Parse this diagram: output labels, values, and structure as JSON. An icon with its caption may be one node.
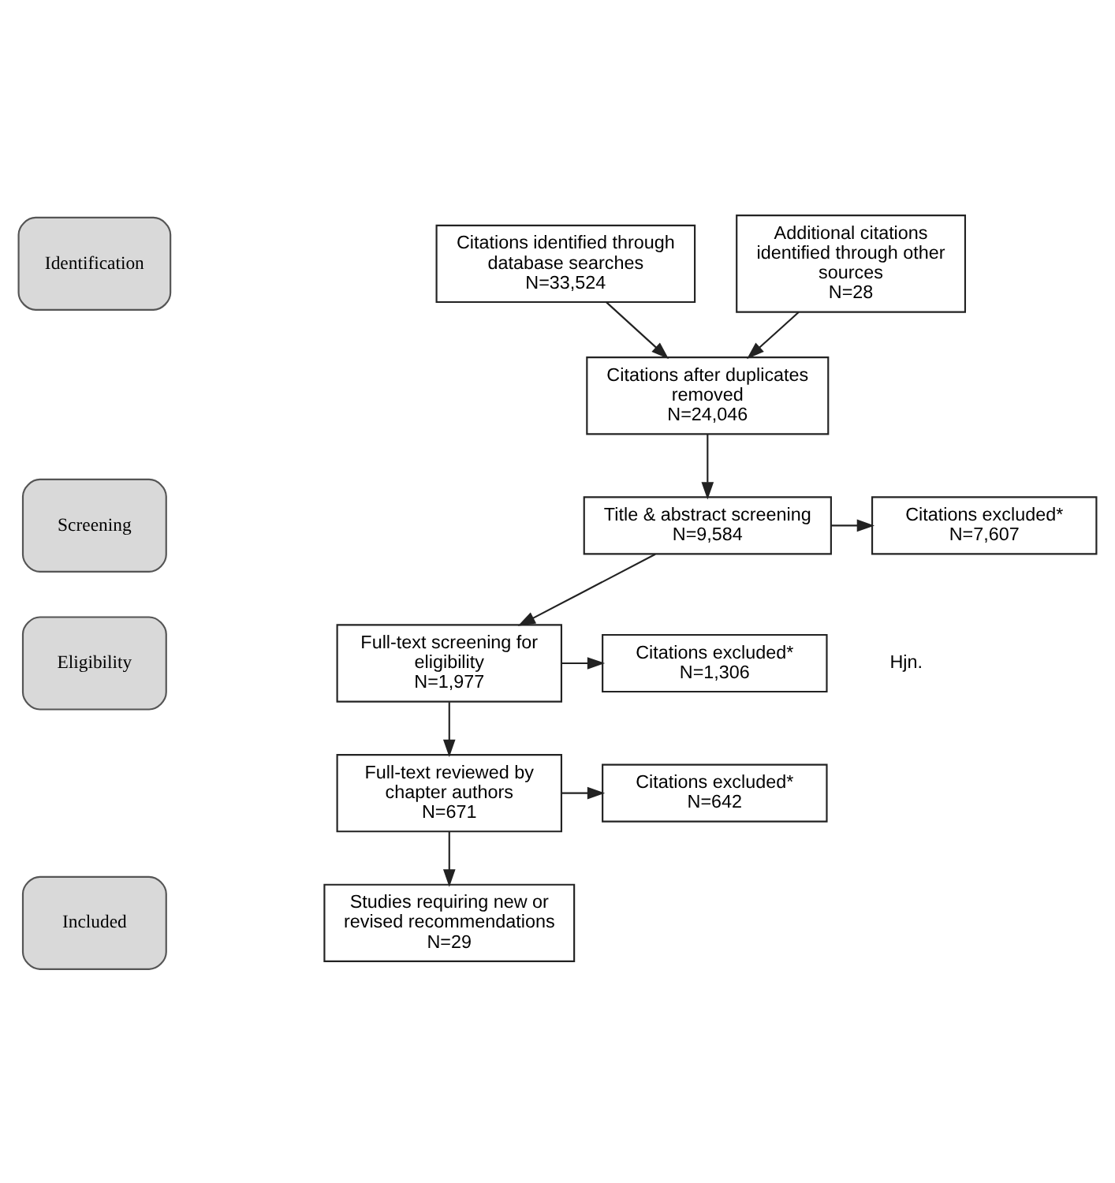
{
  "diagram": {
    "nodes": [
      {
        "text": [
          "Identification"
        ]
      },
      {
        "text": [
          "Citations identified through database searches",
          "N=33,524"
        ]
      },
      {
        "text": [
          "Additional citations identified through other sources",
          "N=28"
        ]
      },
      {
        "text": [
          "Citations after duplicates removed",
          "N=24,046"
        ]
      },
      {
        "text": [
          "Screening"
        ]
      },
      {
        "text": [
          "Title & abstract screening",
          "N=9,584"
        ]
      },
      {
        "text": [
          "Citations excluded*",
          "N=7,607"
        ]
      },
      {
        "text": [
          "Eligibility"
        ]
      },
      {
        "text": [
          "Full-text screening for eligibility",
          "N=1,977"
        ]
      },
      {
        "text": [
          "Citations excluded*",
          "N=1,306"
        ]
      },
      {
        "text": [
          "Full-text reviewed by chapter authors",
          "N=671"
        ]
      },
      {
        "text": [
          "Citations excluded*",
          "N=642"
        ]
      },
      {
        "text": [
          "Included"
        ]
      },
      {
        "text": [
          "Studies requiring new or revised recommendations",
          "N=29"
        ]
      }
    ],
    "edges": [
      {
        "from": 1,
        "to": 3,
        "arrow": "to"
      },
      {
        "from": 2,
        "to": 3,
        "arrow": "to"
      },
      {
        "from": 3,
        "to": 5,
        "arrow": "to"
      },
      {
        "from": 5,
        "to": 6,
        "arrow": "to"
      },
      {
        "from": 5,
        "to": 8,
        "arrow": "to"
      },
      {
        "from": 8,
        "to": 9,
        "arrow": "to"
      },
      {
        "from": 8,
        "to": 10,
        "arrow": "to"
      },
      {
        "from": 10,
        "to": 11,
        "arrow": "to"
      },
      {
        "from": 10,
        "to": 13,
        "arrow": "to"
      }
    ],
    "labels": [
      "Hjn."
    ]
  }
}
